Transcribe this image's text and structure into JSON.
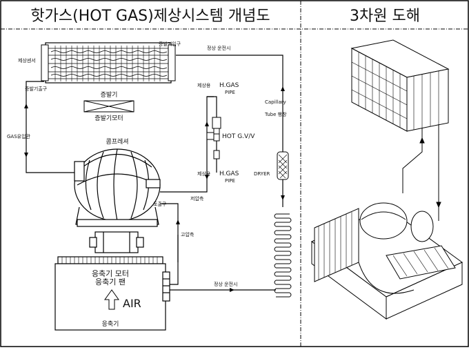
{
  "titles": {
    "left": "핫가스(HOT GAS)제상시스템 개념도",
    "right": "3차원 도해"
  },
  "labels": {
    "evap_inlet": "증발기입구",
    "defrost_sensor": "제상센서",
    "evap_outlet": "증발기출구",
    "evaporator": "증발기",
    "evap_motor": "증발기모터",
    "gas_inlet_pipe": "GAS유입관",
    "compressor": "콤프레셔",
    "discharge_port": "토출구",
    "low_pressure": "저압측",
    "high_pressure": "고압측",
    "condenser_motor": "응축기 모터",
    "condenser_fan": "응축기 팬",
    "air": "AIR",
    "condenser": "응축기",
    "defrost_pipe_top_prefix": "제상용",
    "defrost_pipe_top_name": "H.GAS",
    "defrost_pipe_top_suffix": "PIPE",
    "defrost_pipe_bottom_prefix": "제상용",
    "defrost_pipe_bottom_name": "H.GAS",
    "defrost_pipe_bottom_suffix": "PIPE",
    "hot_gas_valve": "HOT G.V/V",
    "dryer": "DRYER",
    "capillary_1": "Capillary",
    "capillary_2": "Tube 팽창",
    "normal_operation_top": "정상 운전시",
    "normal_operation_bottom": "정상 운전시"
  }
}
